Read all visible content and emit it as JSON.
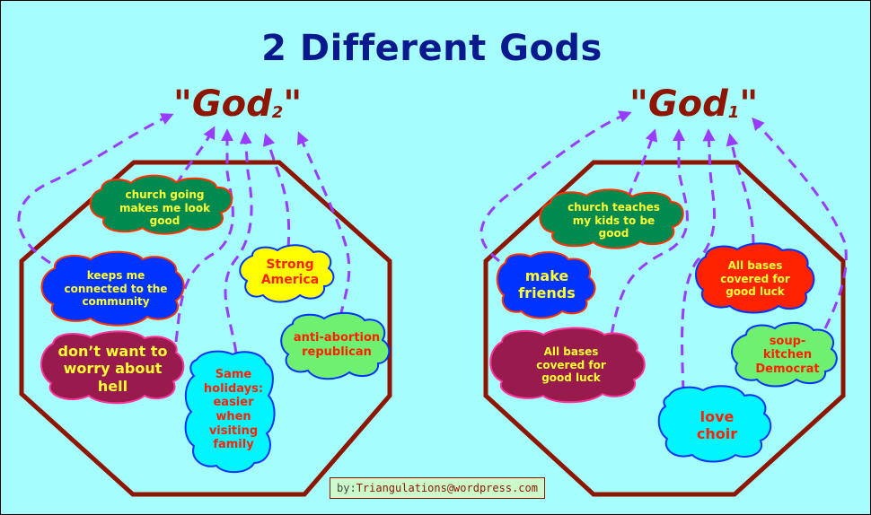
{
  "title": "2 Different Gods",
  "colors": {
    "background": "#a6fdfd",
    "title": "#0a1a8e",
    "god_label": "#8e1500",
    "octagon_stroke": "#8e1500",
    "arrow": "#9a3cff"
  },
  "left_panel": {
    "god_label": "\"God",
    "god_subscript": "2",
    "god_close": "\"",
    "clouds": [
      {
        "text": "church going makes me look good",
        "fill": "#008a50",
        "stroke": "#ff3300",
        "text_color": "#ffff33"
      },
      {
        "text": "keeps me connected to the community",
        "fill": "#0033ff",
        "stroke": "#ff3300",
        "text_color": "#ffff33"
      },
      {
        "text": "Strong America",
        "fill": "#ffff00",
        "stroke": "#0033ff",
        "text_color": "#ff2200"
      },
      {
        "text": "anti-abortion republican",
        "fill": "#70f070",
        "stroke": "#0033ff",
        "text_color": "#ff2200"
      },
      {
        "text": "don’t want to worry about hell",
        "fill": "#991a4d",
        "stroke": "#ff3399",
        "text_color": "#ffff33"
      },
      {
        "text": "Same holidays: easier when visiting family",
        "fill": "#00f5ff",
        "stroke": "#0033ff",
        "text_color": "#ff2200"
      }
    ]
  },
  "right_panel": {
    "god_label": "\"God",
    "god_subscript": "1",
    "god_close": "\"",
    "clouds": [
      {
        "text": "church teaches my kids to be good",
        "fill": "#008a50",
        "stroke": "#ff3300",
        "text_color": "#ffff33"
      },
      {
        "text": "make friends",
        "fill": "#0033ff",
        "stroke": "#ff3300",
        "text_color": "#ffff33"
      },
      {
        "text": "All bases covered for good luck",
        "fill": "#ff2200",
        "stroke": "#0033ff",
        "text_color": "#ffff33"
      },
      {
        "text": "soup-kitchen Democrat",
        "fill": "#70f070",
        "stroke": "#0033ff",
        "text_color": "#ff2200"
      },
      {
        "text": "All bases covered for good luck",
        "fill": "#991a4d",
        "stroke": "#ff3399",
        "text_color": "#ffff33"
      },
      {
        "text": "love choir",
        "fill": "#00f5ff",
        "stroke": "#0033ff",
        "text_color": "#ff2200"
      }
    ]
  },
  "credit": {
    "by": "by:",
    "author": "Triangulations@wordpress.com"
  }
}
